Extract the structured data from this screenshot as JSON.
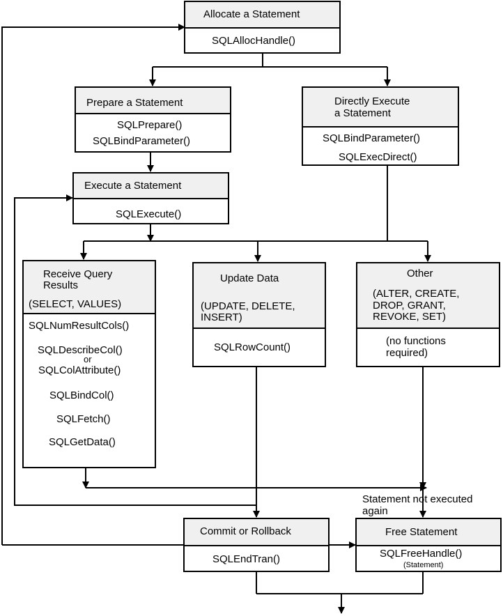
{
  "allocate": {
    "title": "Allocate a Statement",
    "fn": "SQLAllocHandle()"
  },
  "prepare": {
    "title": "Prepare a Statement",
    "fn1": "SQLPrepare()",
    "fn2": "SQLBindParameter()"
  },
  "direct": {
    "title1": "Directly Execute",
    "title2": "a Statement",
    "fn1": "SQLBindParameter()",
    "fn2": "SQLExecDirect()"
  },
  "execute": {
    "title": "Execute a Statement",
    "fn": "SQLExecute()"
  },
  "receive": {
    "title1": "Receive Query",
    "title2": "Results",
    "sub": "(SELECT, VALUES)",
    "fns": [
      "SQLNumResultCols()",
      "SQLDescribeCol()",
      "or",
      "SQLColAttribute()",
      "SQLBindCol()",
      "SQLFetch()",
      "SQLGetData()"
    ]
  },
  "update": {
    "title": "Update Data",
    "sub1": "(UPDATE, DELETE,",
    "sub2": "INSERT)",
    "fn": "SQLRowCount()"
  },
  "other": {
    "title": "Other",
    "sub1": "(ALTER, CREATE,",
    "sub2": "DROP, GRANT,",
    "sub3": "REVOKE, SET)",
    "fn1": "(no functions",
    "fn2": "required)"
  },
  "not_executed": {
    "line1": "Statement not executed",
    "line2": "again"
  },
  "commit": {
    "title": "Commit or Rollback",
    "fn": "SQLEndTran()"
  },
  "free": {
    "title": "Free Statement",
    "fn": "SQLFreeHandle()",
    "fn_sub": "(Statement)"
  }
}
